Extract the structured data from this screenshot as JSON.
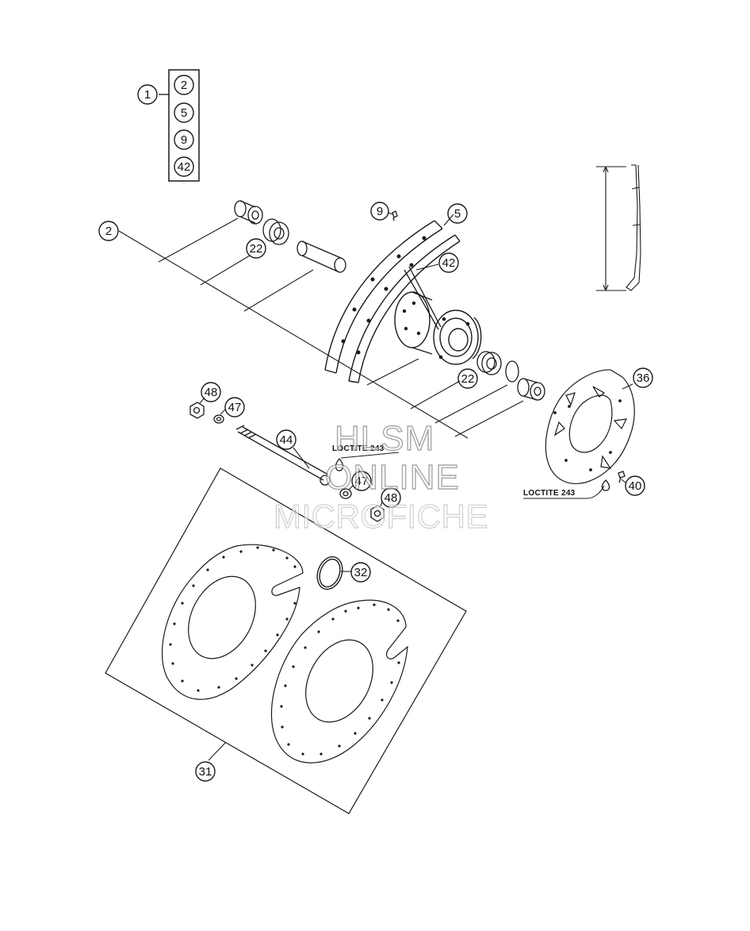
{
  "callouts": {
    "c1": "1",
    "c2_kit": "2",
    "c5_kit": "5",
    "c9_kit": "9",
    "c42_kit": "42",
    "c2": "2",
    "c22_a": "22",
    "c9": "9",
    "c5": "5",
    "c42": "42",
    "c22_b": "22",
    "c36": "36",
    "c48_a": "48",
    "c47_a": "47",
    "c44": "44",
    "c47_b": "47",
    "c48_b": "48",
    "c40": "40",
    "c32": "32",
    "c31": "31"
  },
  "notes": {
    "loctite_axle": "LOCTITE 243",
    "loctite_disc": "LOCTITE 243"
  },
  "watermark": {
    "line1": "HLSM",
    "line2": "ONLINE",
    "line3": "MICROFICHE"
  }
}
